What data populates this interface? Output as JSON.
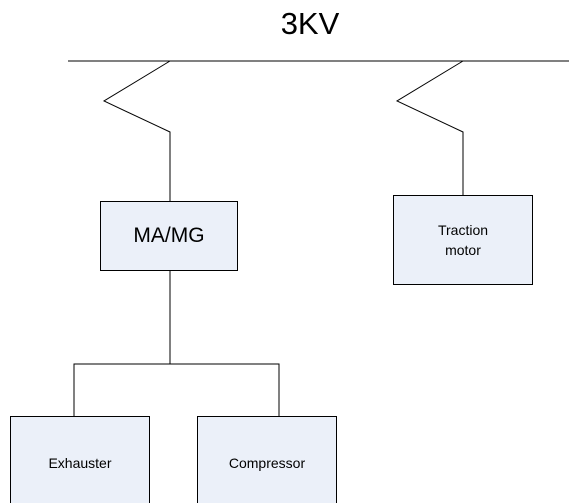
{
  "diagram": {
    "bus_label": "3KV",
    "nodes": {
      "ma_mg": "MA/MG",
      "traction_motor": "Traction motor",
      "exhauster": "Exhauster",
      "compressor": "Compressor"
    },
    "line_color": "#000000",
    "box_fill": "#ebf0f9"
  }
}
